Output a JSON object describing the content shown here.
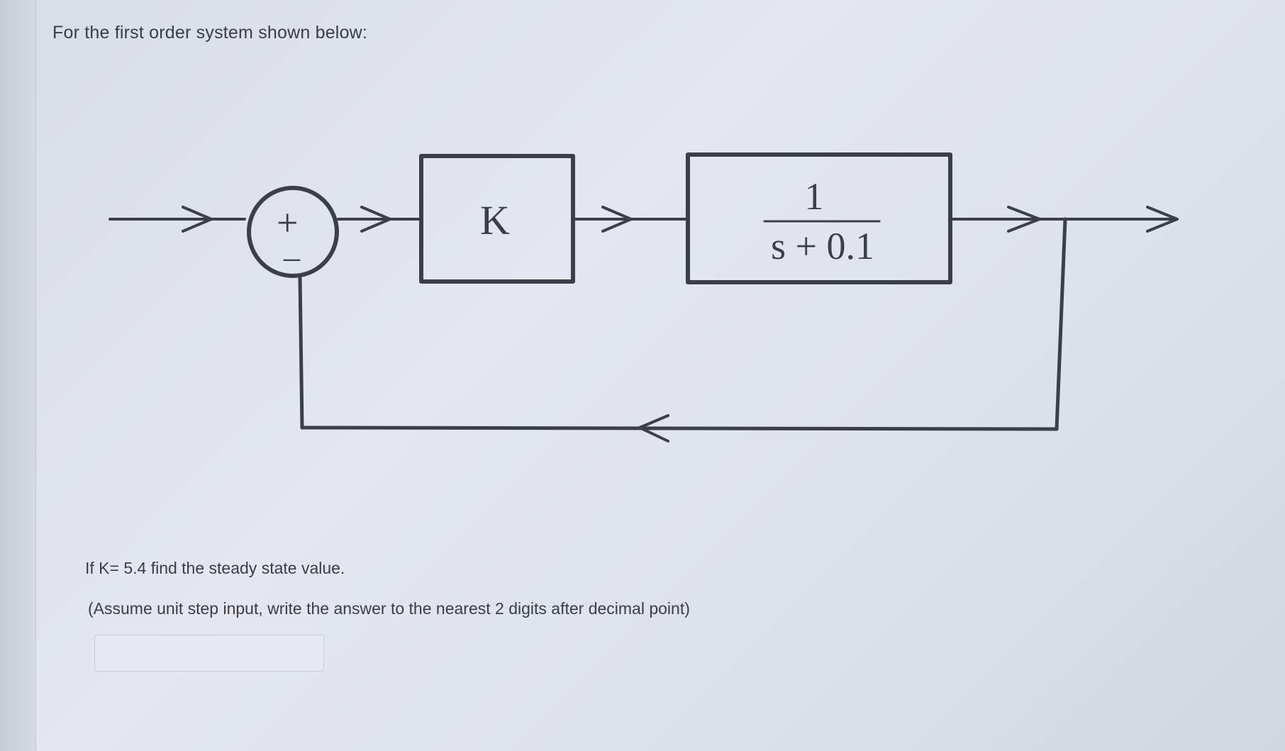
{
  "question": {
    "intro": "For the first order system shown below:",
    "prompt": "If K= 5.4 find the steady state value.",
    "note": "(Assume unit step input, write the answer to the nearest 2 digits after decimal point)"
  },
  "diagram": {
    "summing_junction": {
      "plus_sign": "+",
      "minus_sign": "_"
    },
    "gain_block": {
      "label": "K"
    },
    "plant_block": {
      "numerator": "1",
      "denominator": "s + 0.1"
    }
  },
  "answer": {
    "value": "",
    "placeholder": ""
  },
  "colors": {
    "line": "#3c3f48",
    "text": "#3a3d45",
    "background": "#e2e5ed"
  }
}
